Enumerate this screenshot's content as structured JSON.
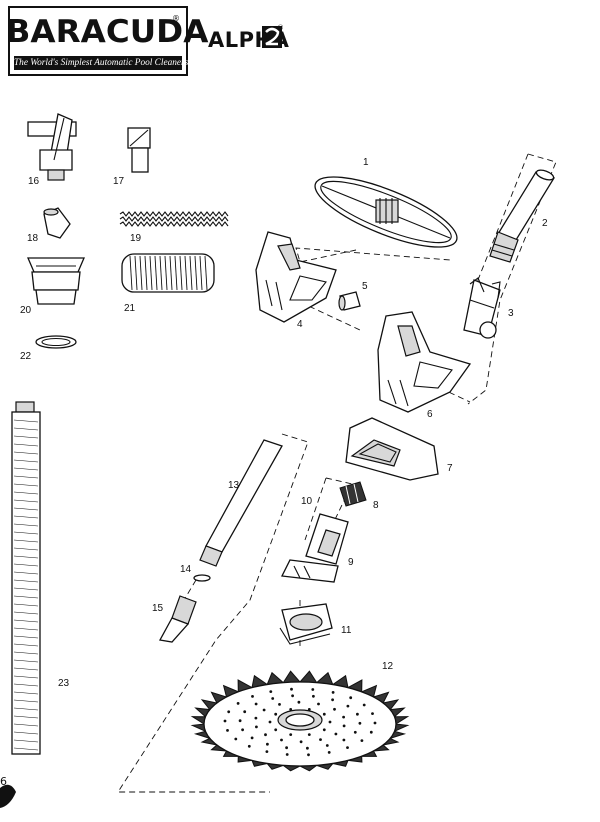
{
  "header": {
    "brand": "BARACUDA",
    "brand_mark": "®",
    "tagline": "The World's Simplest Automatic Pool Cleaners",
    "model": "ALPHA",
    "model_mark": "®"
  },
  "callouts": [
    "1",
    "2",
    "3",
    "4",
    "5",
    "6",
    "7",
    "8",
    "9",
    "10",
    "11",
    "12",
    "13",
    "14",
    "15",
    "16",
    "17",
    "18",
    "19",
    "20",
    "21",
    "22",
    "23"
  ],
  "page_number": "6"
}
